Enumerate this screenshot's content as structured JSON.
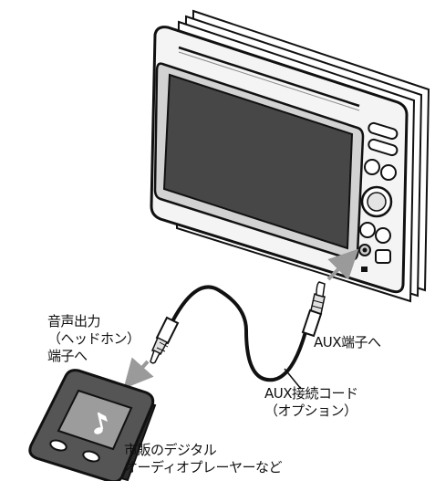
{
  "labels": {
    "audio_output": [
      "音声出力",
      "（ヘッドホン）",
      "端子へ"
    ],
    "aux_port": "AUX端子へ",
    "aux_cord": [
      "AUX接続コード",
      "（オプション）"
    ],
    "player": [
      "市販のデジタル",
      "オーディオプレーヤーなど"
    ]
  },
  "colors": {
    "outline": "#111111",
    "screen": "#474747",
    "panel": "#f4f4f4",
    "frame": "#d2d2d2",
    "arrow": "#9a9a9a",
    "player_body": "#555555",
    "player_screen": "#9c9c9c"
  },
  "icons": {
    "player_screen": "music-note-icon",
    "unit_port": "aux-jack-icon"
  }
}
